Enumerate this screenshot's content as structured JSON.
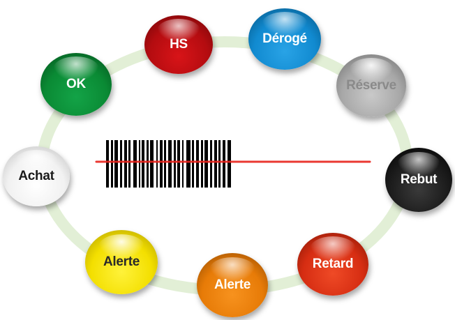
{
  "diagram": {
    "ring_color": "#e2efd6",
    "laser_color": "#e8231b",
    "barcode_color": "#000000",
    "nodes": [
      {
        "label": "HS",
        "color": "#c41116",
        "text_color": "#ffffff"
      },
      {
        "label": "Dérogé",
        "color": "#1593d9",
        "text_color": "#ffffff"
      },
      {
        "label": "OK",
        "color": "#0c913a",
        "text_color": "#ffffff"
      },
      {
        "label": "Réserve",
        "color": "#b0b0b0",
        "text_color": "#8a8a8a"
      },
      {
        "label": "Achat",
        "color": "#f4f4f4",
        "text_color": "#1a1a1a"
      },
      {
        "label": "Rebut",
        "color": "#1e1e1e",
        "text_color": "#ffffff"
      },
      {
        "label": "Alerte",
        "color": "#f5e100",
        "text_color": "#2a2a2a"
      },
      {
        "label": "Retard",
        "color": "#db3215",
        "text_color": "#ffffff"
      },
      {
        "label": "Alerte",
        "color": "#ec8209",
        "text_color": "#ffffff"
      }
    ]
  }
}
